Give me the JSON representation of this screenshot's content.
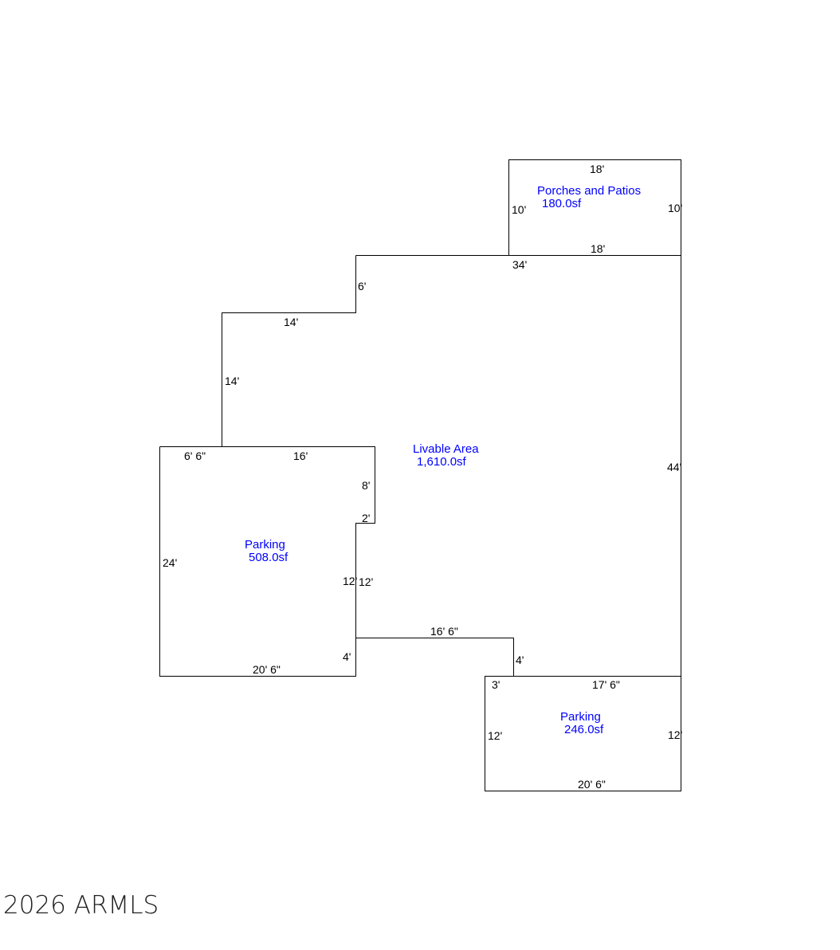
{
  "colors": {
    "outline": "#000000",
    "room_label": "#0000ff",
    "watermark": "#222222"
  },
  "watermark": "2026 ARMLS",
  "rooms": {
    "porches": {
      "name": "Porches and Patios",
      "area": "180.0sf"
    },
    "livable": {
      "name": "Livable Area",
      "area": "1,610.0sf"
    },
    "parking_left": {
      "name": "Parking",
      "area": "508.0sf"
    },
    "parking_right": {
      "name": "Parking",
      "area": "246.0sf"
    }
  },
  "dims": {
    "porch_top": "18'",
    "porch_left": "10'",
    "porch_right": "10'",
    "porch_bottom": "18'",
    "livable_top": "34'",
    "livable_step_v": "6'",
    "livable_step_h": "14'",
    "livable_left": "14'",
    "livable_right": "44'",
    "livable_top_left": "6' 6\"",
    "notch_v": "8'",
    "notch_h": "2'",
    "inner_a": "12'",
    "inner_b": "12'",
    "bottom_h": "16' 6\"",
    "bottom_v": "4'",
    "pl_top": "16'",
    "pl_left": "24'",
    "pl_bottom": "20' 6\"",
    "pl_right_lower": "4'",
    "pr_top_left": "3'",
    "pr_top": "17' 6\"",
    "pr_left": "12'",
    "pr_right": "12'",
    "pr_bottom": "20' 6\""
  }
}
